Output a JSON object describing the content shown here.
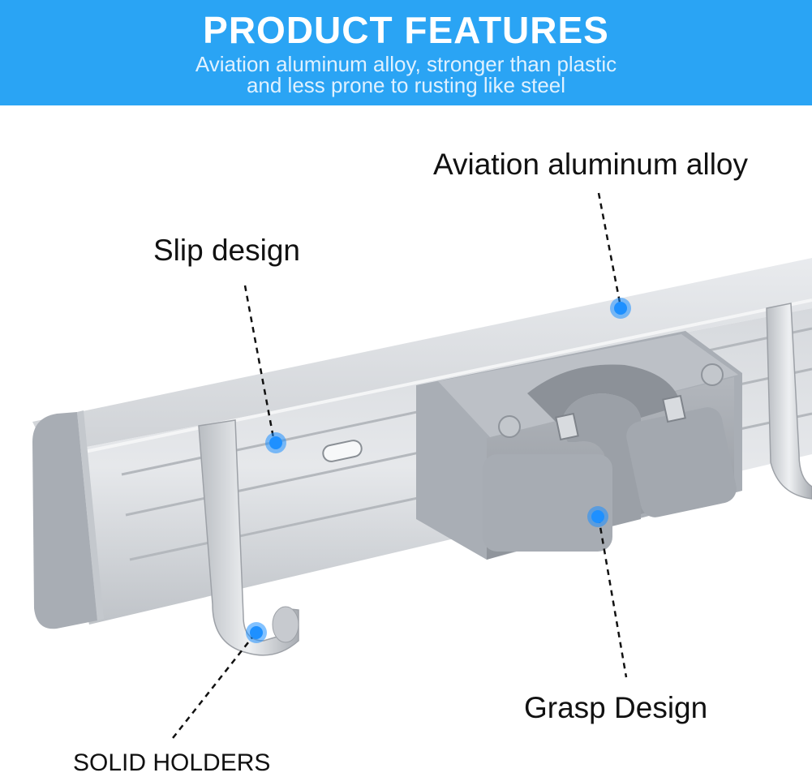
{
  "banner": {
    "title": "PRODUCT FEATURES",
    "subtitle_line1": "Aviation aluminum alloy, stronger than plastic",
    "subtitle_line2": "and less prone to rusting like steel",
    "background_color": "#2aa4f4"
  },
  "callouts": {
    "alloy": "Aviation aluminum alloy",
    "slip": "Slip design",
    "grasp": "Grasp Design",
    "solid": "SOLID HOLDERS"
  },
  "colors": {
    "marker_dot": "#1e90ff",
    "rail": "#c9ccd1",
    "clip": "#9ea3aa"
  }
}
